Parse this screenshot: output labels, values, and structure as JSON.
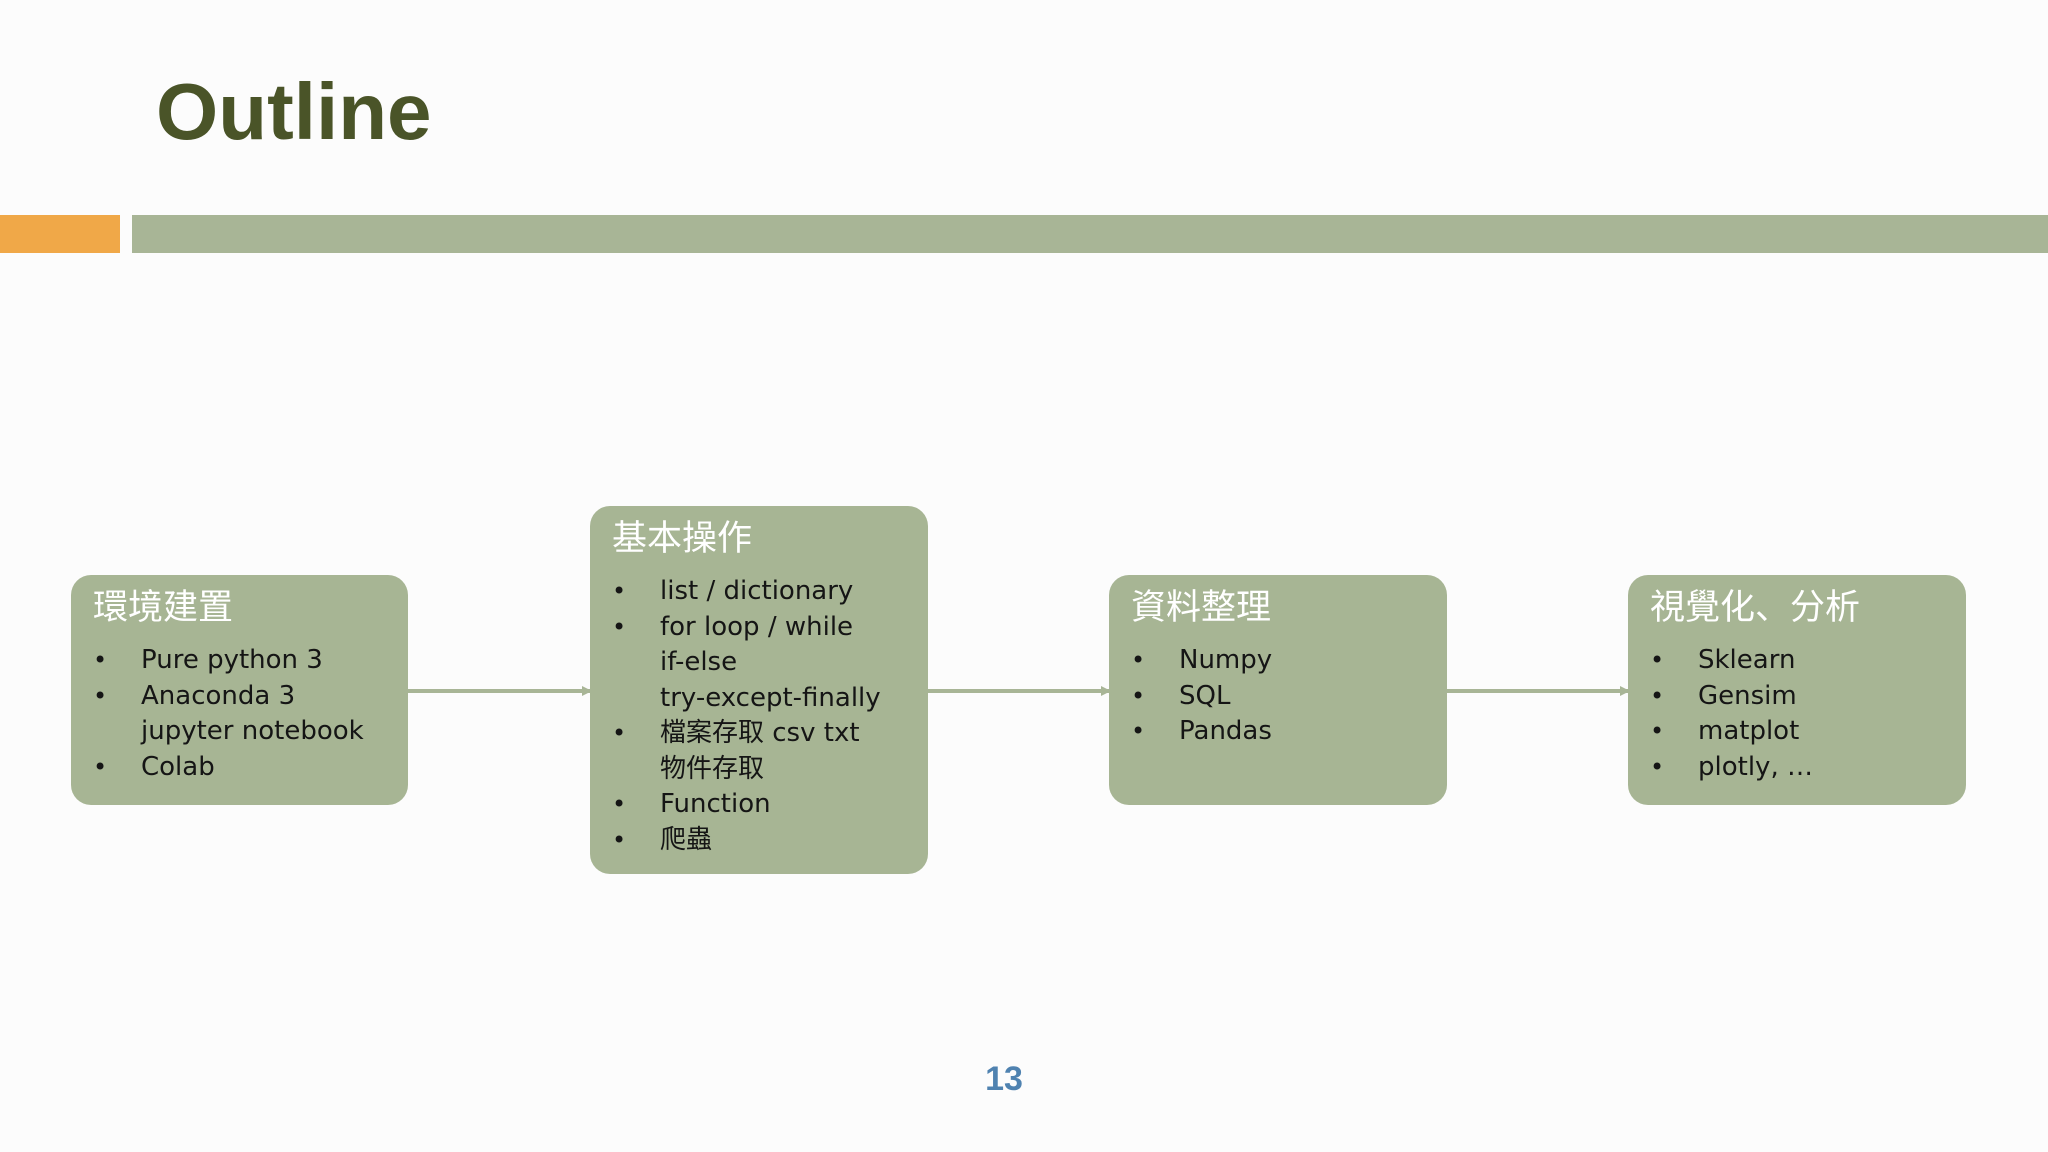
{
  "slide": {
    "title": "Outline",
    "page_number": "13",
    "colors": {
      "title": "#4a5428",
      "accent_bar": "#f0a848",
      "main_bar": "#a8b596",
      "box_fill": "#a7b594",
      "box_title_text": "#ffffff",
      "connector": "#a8b596",
      "page_number": "#4f82b0"
    }
  },
  "flow": [
    {
      "title": "環境建置",
      "lines": [
        {
          "text": "Pure python 3",
          "bullet": true
        },
        {
          "text": "Anaconda 3",
          "bullet": true
        },
        {
          "text": "jupyter notebook",
          "bullet": false
        },
        {
          "text": "Colab",
          "bullet": true
        }
      ]
    },
    {
      "title": "基本操作",
      "lines": [
        {
          "text": "list / dictionary",
          "bullet": true
        },
        {
          "text": "for loop / while",
          "bullet": true
        },
        {
          "text": "if-else",
          "bullet": false
        },
        {
          "text": "try-except-finally",
          "bullet": false
        },
        {
          "text": "檔案存取 csv txt",
          "bullet": true
        },
        {
          "text": "物件存取",
          "bullet": false
        },
        {
          "text": "Function",
          "bullet": true
        },
        {
          "text": "爬蟲",
          "bullet": true
        }
      ]
    },
    {
      "title": "資料整理",
      "lines": [
        {
          "text": "Numpy",
          "bullet": true
        },
        {
          "text": "SQL",
          "bullet": true
        },
        {
          "text": "Pandas",
          "bullet": true
        }
      ]
    },
    {
      "title": "視覺化、分析",
      "lines": [
        {
          "text": "Sklearn",
          "bullet": true
        },
        {
          "text": "Gensim",
          "bullet": true
        },
        {
          "text": "matplot",
          "bullet": true
        },
        {
          "text": "plotly, …",
          "bullet": true
        }
      ]
    }
  ]
}
